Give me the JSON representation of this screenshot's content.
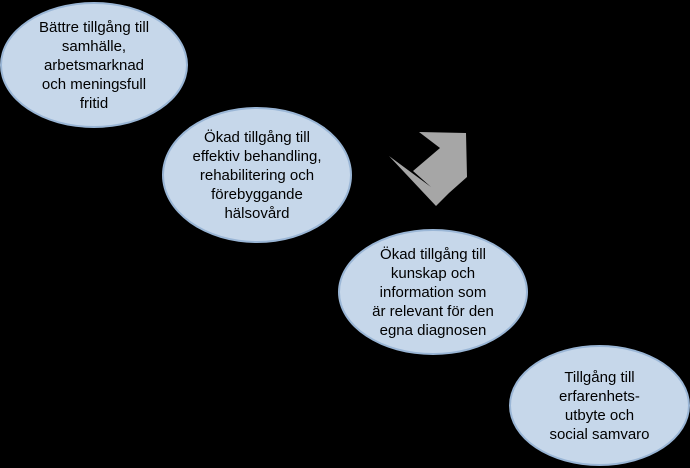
{
  "nodes": [
    {
      "id": "node-1",
      "label": "Bättre tillgång till\nsamhälle,\narbetsmarknad\noch meningsfull\nfritid"
    },
    {
      "id": "node-2",
      "label": "Ökad tillgång till\neffektiv behandling,\nrehabilitering och\nförebyggande\nhälsovård"
    },
    {
      "id": "node-3",
      "label": "Ökad tillgång till\nkunskap och\ninformation som\när relevant för den\negna diagnosen"
    },
    {
      "id": "node-4",
      "label": "Tillgång till\nerfarenhets-\nutbyte och\nsocial samvaro"
    }
  ],
  "colors": {
    "background": "#000000",
    "ellipse_fill": "#c6d7ea",
    "ellipse_border": "#9ab6d6",
    "arrow_fill": "#a6a6a6"
  },
  "arrow": {
    "direction": "up-right"
  }
}
